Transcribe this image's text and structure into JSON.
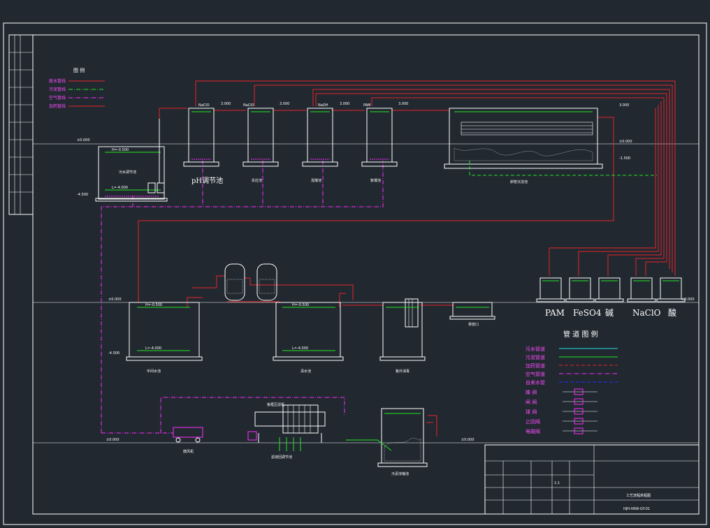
{
  "legend_top": {
    "title": "图 例",
    "items": [
      "废水管线",
      "污泥管线",
      "空气管线",
      "加药管线"
    ]
  },
  "elevations": {
    "top_ground_left": "±0.000",
    "top_ground_right": "±0.000",
    "top_tank_bottom": "-4.500",
    "top_right_high": "3.000",
    "top_right_low": "-1.500",
    "mid_ground_left": "±0.000",
    "mid_ground_right": "±0.000",
    "mid_tank_bottom": "-4.500",
    "bottom_ground_left": "±0.000",
    "bottom_ground_right": "±0.000"
  },
  "dosing_tanks": [
    {
      "chem": "NaClO",
      "level": "3.000",
      "name": "pH调节池"
    },
    {
      "chem": "NaClO",
      "level": "3.000",
      "name": "反应池"
    },
    {
      "chem": "NaOH",
      "level": "3.000",
      "name": "混凝池"
    },
    {
      "chem": "PAM",
      "level": "3.000",
      "name": "絮凝池"
    }
  ],
  "top_labels": {
    "collection_tank": "污水调节池",
    "sedimentation": "斜管沉淀池",
    "hw": "H=-0.500",
    "lw": "L=-4.000"
  },
  "mid_labels": {
    "intermediate_tank": "中间水池",
    "clear_tank": "清水池",
    "uv": "紫外消毒",
    "outlet": "排放口",
    "hw": "H=-0.500",
    "lw": "L=-4.000",
    "hw2": "H=-0.500",
    "lw2": "L=-4.000"
  },
  "chem_tanks": [
    "PAM",
    "FeSO4",
    "碱",
    "NaClO",
    "酸"
  ],
  "pipe_legend": {
    "title": "管 道 图 例",
    "items": [
      "污水管道",
      "污泥管道",
      "加药管道",
      "空气管道",
      "自来水管"
    ],
    "valves": [
      "蝶 阀",
      "闸 阀",
      "球 阀",
      "止回阀",
      "电磁阀"
    ]
  },
  "bottom_labels": {
    "blower": "鼓风机",
    "press": "板框压滤机",
    "sludge_tank": "污泥浓缩池",
    "filtrate": "滤液回调节池"
  },
  "title_block": {
    "drawing_title": "工艺流程高程图",
    "drawing_no": "HJH-06W-GY-01",
    "scale": "1:1"
  }
}
